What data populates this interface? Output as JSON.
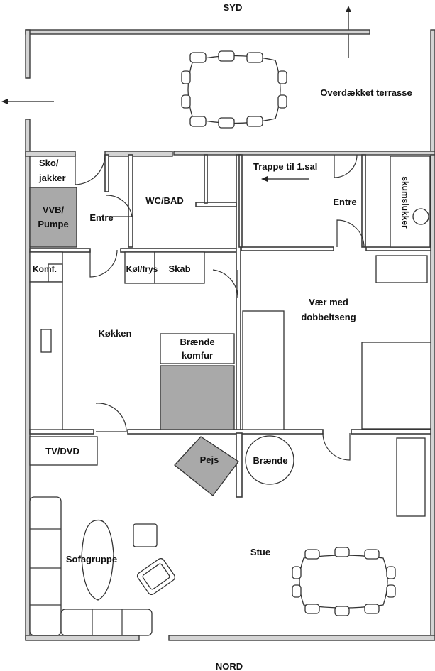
{
  "compass": {
    "south": "SYD",
    "north": "NORD"
  },
  "rooms": {
    "terrace": "Overdækket terrasse",
    "shoes_line1": "Sko/",
    "shoes_line2": "jakker",
    "vvb_line1": "VVB/",
    "vvb_line2": "Pumpe",
    "entre_west": "Entre",
    "wc": "WC/BAD",
    "stairs": "Trappe til 1.sal",
    "entre_east": "Entre",
    "skumslukker": "skumslukker",
    "komf": "Komf.",
    "kol": "Køl/frys",
    "skab": "Skab",
    "kitchen": "Køkken",
    "stove_line1": "Brænde",
    "stove_line2": "komfur",
    "bedroom_line1": "Vær med",
    "bedroom_line2": "dobbeltseng",
    "tv": "TV/DVD",
    "pejs": "Pejs",
    "braende": "Brænde",
    "sofa": "Sofagruppe",
    "living": "Stue"
  }
}
